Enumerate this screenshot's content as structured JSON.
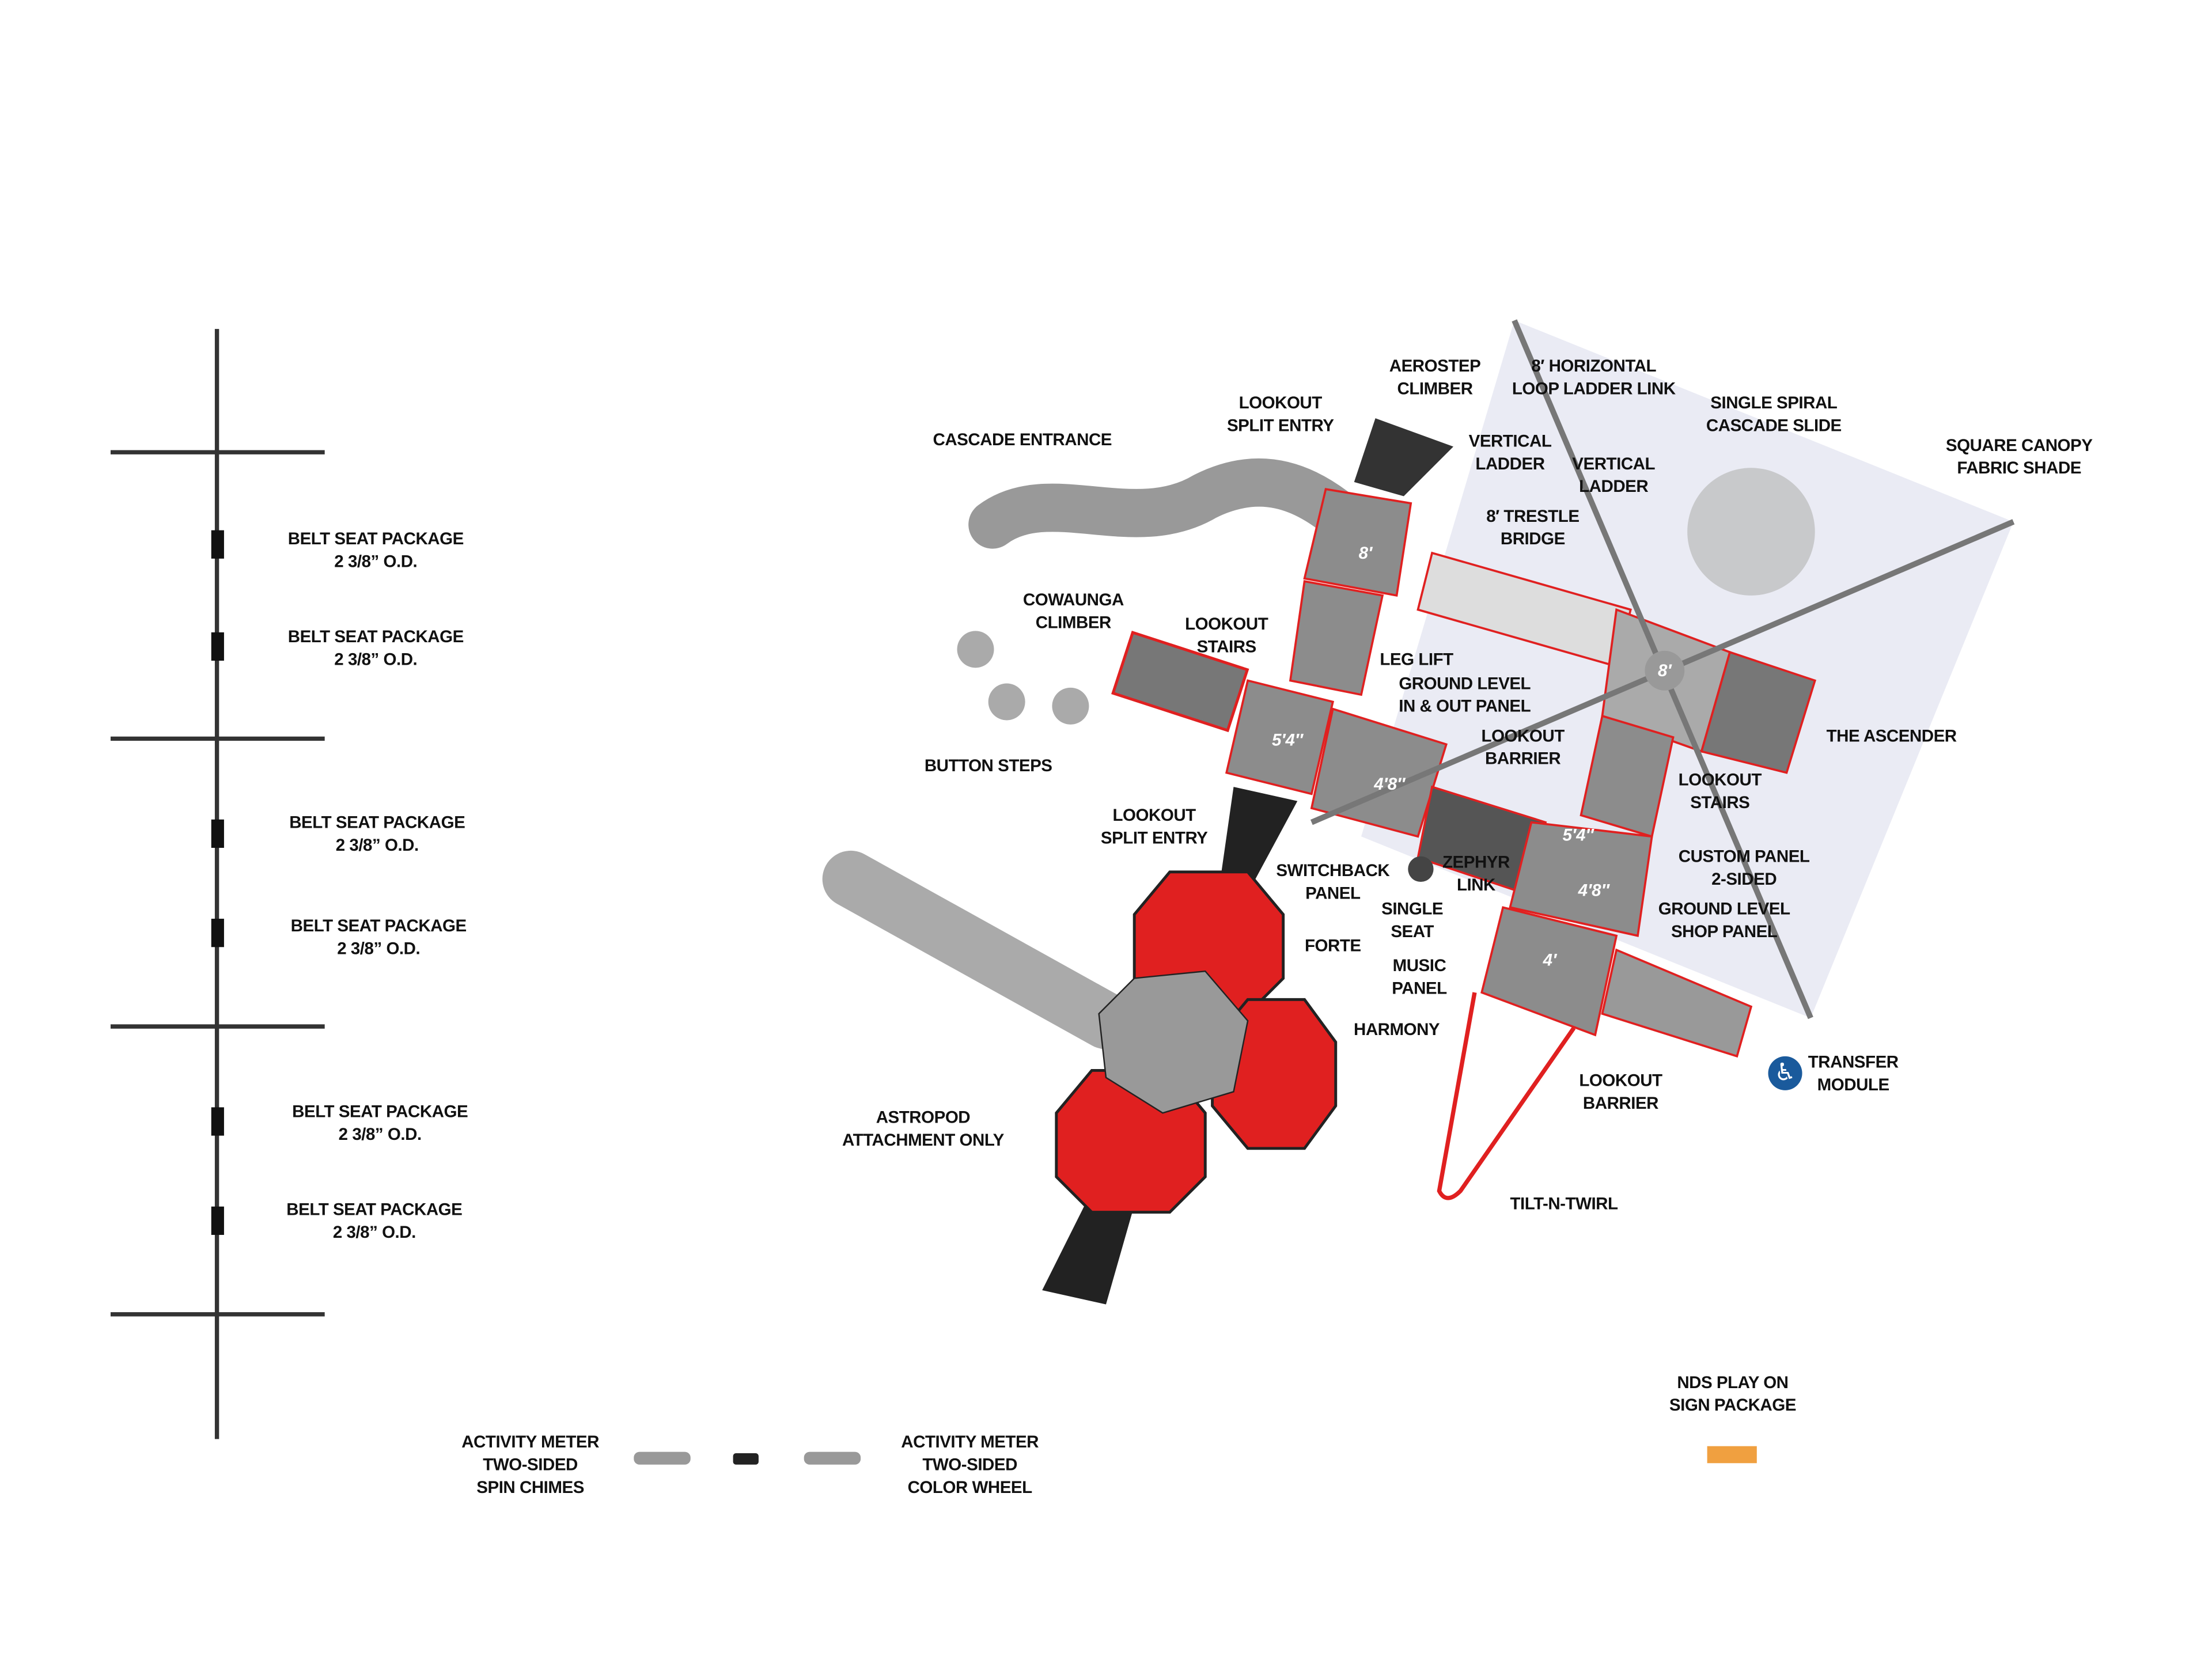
{
  "colors": {
    "accent_red": "#e02020",
    "deck_grey": "#8c8c8c",
    "canopy": "#e6e8f2",
    "access_blue": "#1a5a9c"
  },
  "swing_labels": [
    {
      "l1": "BELT SEAT PACKAGE",
      "l2": "2 3/8” O.D."
    },
    {
      "l1": "BELT SEAT PACKAGE",
      "l2": "2 3/8” O.D."
    },
    {
      "l1": "BELT SEAT PACKAGE",
      "l2": "2 3/8” O.D."
    },
    {
      "l1": "BELT SEAT PACKAGE",
      "l2": "2 3/8” O.D."
    },
    {
      "l1": "BELT SEAT PACKAGE",
      "l2": "2 3/8” O.D."
    },
    {
      "l1": "BELT SEAT PACKAGE",
      "l2": "2 3/8” O.D."
    }
  ],
  "labels": [
    {
      "l1": "CASCADE ENTRANCE",
      "l2": ""
    },
    {
      "l1": "LOOKOUT",
      "l2": "SPLIT ENTRY"
    },
    {
      "l1": "AEROSTEP",
      "l2": "CLIMBER"
    },
    {
      "l1": "8′ HORIZONTAL",
      "l2": "LOOP LADDER LINK"
    },
    {
      "l1": "SINGLE SPIRAL",
      "l2": "CASCADE SLIDE"
    },
    {
      "l1": "SQUARE CANOPY",
      "l2": "FABRIC SHADE"
    },
    {
      "l1": "VERTICAL",
      "l2": "LADDER"
    },
    {
      "l1": "VERTICAL",
      "l2": "LADDER"
    },
    {
      "l1": "8′ TRESTLE",
      "l2": "BRIDGE"
    },
    {
      "l1": "COWAUNGA",
      "l2": "CLIMBER"
    },
    {
      "l1": "LOOKOUT",
      "l2": "STAIRS"
    },
    {
      "l1": "LEG LIFT",
      "l2": ""
    },
    {
      "l1": "GROUND LEVEL",
      "l2": "IN & OUT PANEL"
    },
    {
      "l1": "LOOKOUT",
      "l2": "BARRIER"
    },
    {
      "l1": "THE ASCENDER",
      "l2": ""
    },
    {
      "l1": "BUTTON STEPS",
      "l2": ""
    },
    {
      "l1": "LOOKOUT",
      "l2": "SPLIT ENTRY"
    },
    {
      "l1": "LOOKOUT",
      "l2": "STAIRS"
    },
    {
      "l1": "SWITCHBACK",
      "l2": "PANEL"
    },
    {
      "l1": "ZEPHYR",
      "l2": "LINK"
    },
    {
      "l1": "CUSTOM PANEL",
      "l2": "2-SIDED"
    },
    {
      "l1": "SINGLE",
      "l2": "SEAT"
    },
    {
      "l1": "GROUND LEVEL",
      "l2": "SHOP PANEL"
    },
    {
      "l1": "FORTE",
      "l2": ""
    },
    {
      "l1": "MUSIC",
      "l2": "PANEL"
    },
    {
      "l1": "HARMONY",
      "l2": ""
    },
    {
      "l1": "TRANSFER",
      "l2": "MODULE"
    },
    {
      "l1": "LOOKOUT",
      "l2": "BARRIER"
    },
    {
      "l1": "ASTROPOD",
      "l2": "ATTACHMENT ONLY"
    },
    {
      "l1": "TILT-N-TWIRL",
      "l2": ""
    }
  ],
  "freestanding": [
    {
      "l1": "ACTIVITY METER",
      "l2": "TWO-SIDED",
      "l3": "SPIN CHIMES"
    },
    {
      "l1": "ACTIVITY METER",
      "l2": "TWO-SIDED",
      "l3": "COLOR WHEEL"
    },
    {
      "l1": "NDS PLAY ON",
      "l2": "SIGN PACKAGE",
      "l3": ""
    }
  ],
  "deck_heights": [
    "8′",
    "8′",
    "5′4″",
    "4′8″",
    "5′4″",
    "4′8″",
    "4′"
  ],
  "transfer_icon": "accessibility-icon"
}
